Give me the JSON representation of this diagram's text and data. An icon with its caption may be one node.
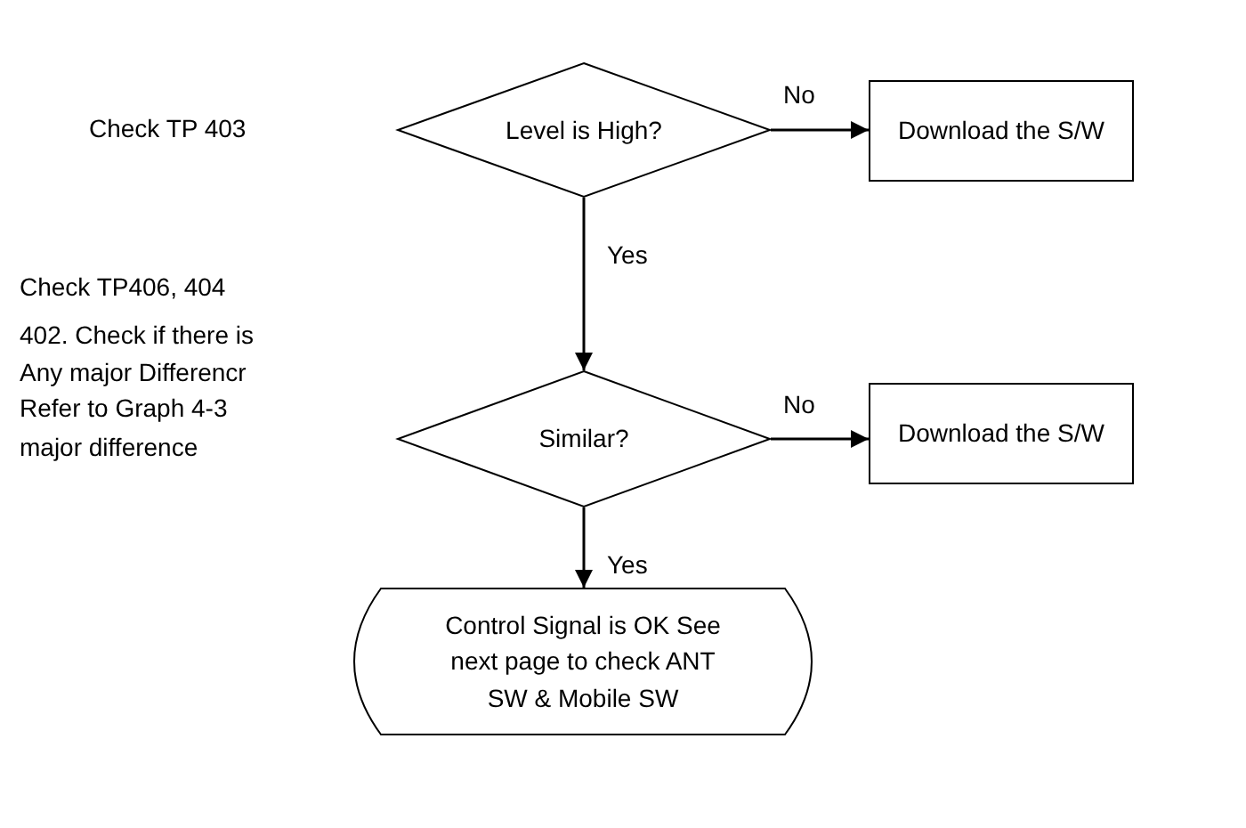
{
  "diagram": {
    "nodes": [
      {
        "text": [
          "Level is High?"
        ]
      },
      {
        "text": [
          "Download the S/W"
        ]
      },
      {
        "text": [
          "Similar?"
        ]
      },
      {
        "text": [
          "Download the S/W"
        ]
      },
      {
        "text": [
          "Control Signal is OK See next page to check ANT SW & Mobile SW"
        ]
      }
    ],
    "edges": [
      {
        "from": 0,
        "to": 1,
        "arrow": "to",
        "label": "No"
      },
      {
        "from": 0,
        "to": 2,
        "arrow": "to",
        "label": "Yes"
      },
      {
        "from": 2,
        "to": 3,
        "arrow": "to",
        "label": "No"
      },
      {
        "from": 2,
        "to": 4,
        "arrow": "to",
        "label": "Yes"
      }
    ],
    "labels": [
      "Check TP 403",
      "Check TP406, 404",
      "402. Check if there is",
      "Any major Differencr",
      "Refer to Graph 4-3",
      "major difference"
    ]
  }
}
